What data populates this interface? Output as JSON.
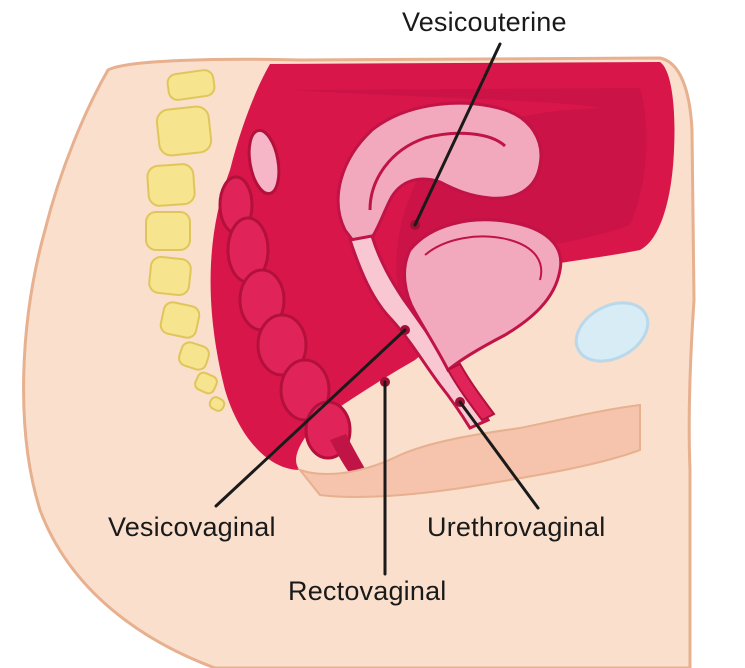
{
  "figure": {
    "labels": {
      "vesicouterine": "Vesicouterine",
      "vesicovaginal": "Vesicovaginal",
      "urethrovaginal": "Urethrovaginal",
      "rectovaginal": "Rectovaginal"
    }
  },
  "colors": {
    "skin": "#f9dfcc",
    "skin_outline": "#e7b08f",
    "pelvic_cavity": "#d9164a",
    "cavity_dark": "#b3103c",
    "organ_pink": "#f2a9bd",
    "organ_light": "#f8c7d2",
    "organ_outline": "#c01346",
    "vertebra": "#f6e48e",
    "vertebra_outline": "#e0c65a",
    "pubic_bone": "#d8ecf6",
    "leader_line": "#1a1a1a",
    "background": "#ffffff"
  }
}
